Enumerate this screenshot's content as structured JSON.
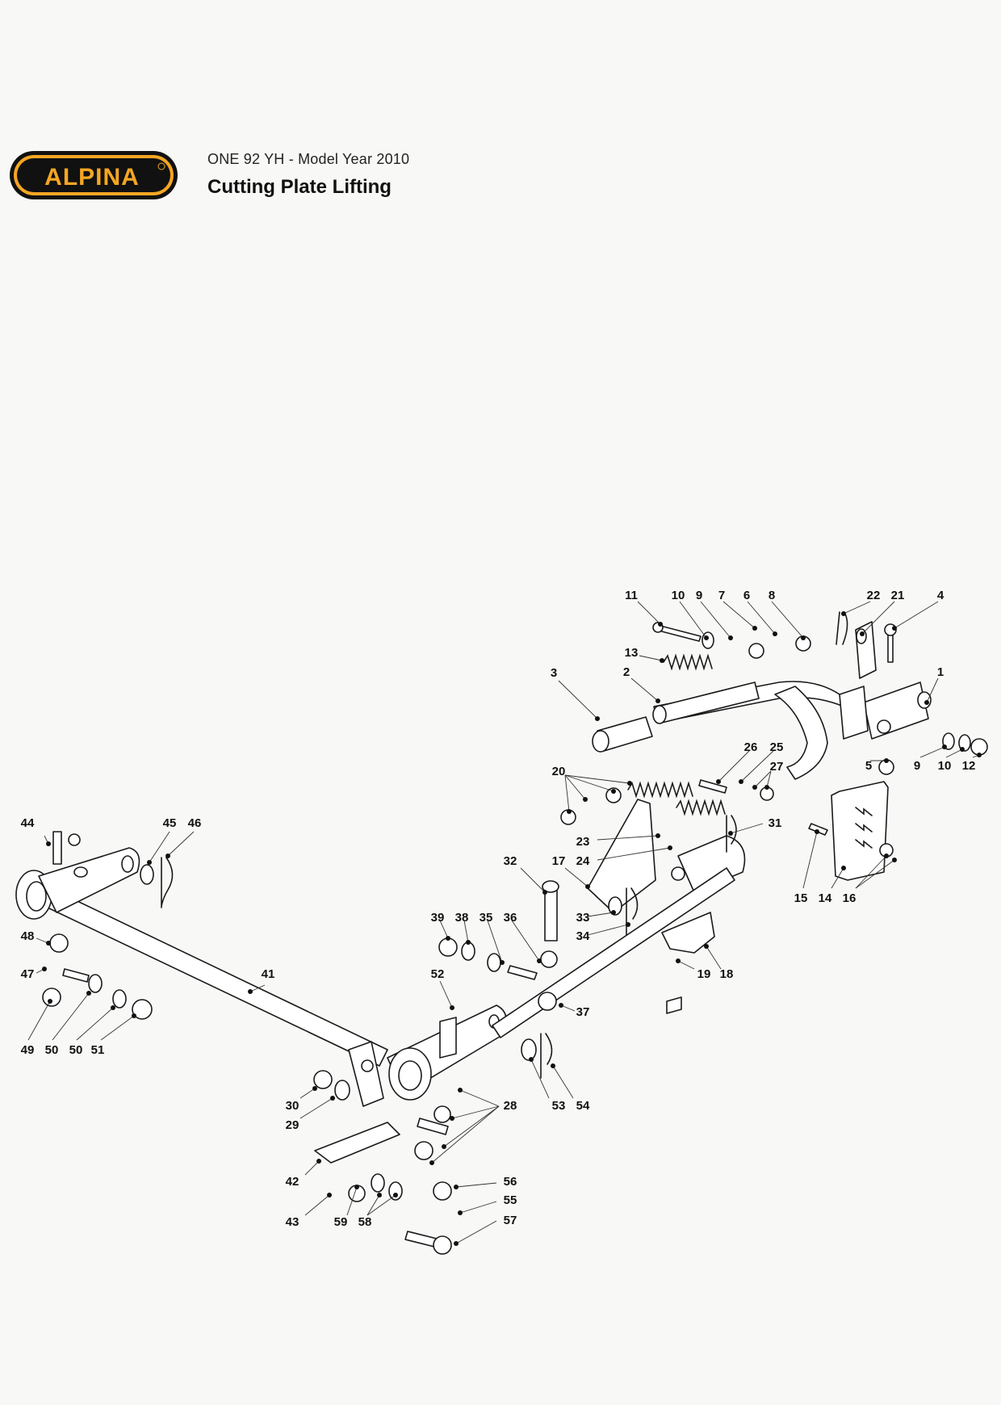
{
  "header": {
    "brand": "ALPINA",
    "subtitle": "ONE 92 YH - Model Year 2010",
    "title": "Cutting Plate Lifting"
  },
  "colors": {
    "logo_orange": "#f5a623",
    "logo_black": "#111111",
    "background": "#f8f8f6"
  },
  "callouts": [
    "1",
    "2",
    "3",
    "4",
    "5",
    "6",
    "7",
    "8",
    "9",
    "10",
    "11",
    "12",
    "13",
    "14",
    "15",
    "16",
    "17",
    "18",
    "19",
    "20",
    "21",
    "22",
    "23",
    "24",
    "25",
    "26",
    "27",
    "28",
    "29",
    "30",
    "31",
    "32",
    "33",
    "34",
    "35",
    "36",
    "37",
    "38",
    "39",
    "41",
    "42",
    "43",
    "44",
    "45",
    "46",
    "47",
    "48",
    "49",
    "50",
    "51",
    "52",
    "53",
    "54",
    "55",
    "56",
    "57",
    "58",
    "59"
  ],
  "repeated_callouts": [
    "9",
    "10",
    "50"
  ]
}
